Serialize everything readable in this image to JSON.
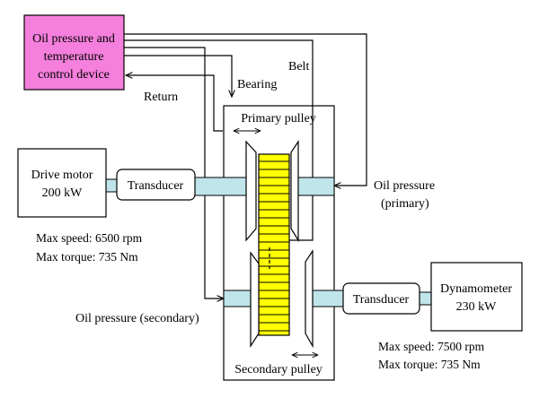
{
  "control_device": {
    "label_lines": [
      "Oil pressure and",
      "temperature",
      "control device"
    ],
    "fill": "#f47fdc"
  },
  "labels": {
    "belt": "Belt",
    "bearing": "Bearing",
    "return": "Return",
    "primary_pulley": "Primary pulley",
    "secondary_pulley": "Secondary pulley",
    "oil_pressure_primary_line1": "Oil pressure",
    "oil_pressure_primary_line2": "(primary)",
    "oil_pressure_secondary": "Oil pressure (secondary)"
  },
  "drive_motor": {
    "name": "Drive motor",
    "power": "200 kW",
    "max_speed": "Max speed: 6500 rpm",
    "max_torque": "Max torque: 735 Nm"
  },
  "dynamometer": {
    "name": "Dynamometer",
    "power": "230 kW",
    "max_speed": "Max speed: 7500 rpm",
    "max_torque": "Max torque: 735 Nm"
  },
  "transducer_left": "Transducer",
  "transducer_right": "Transducer",
  "colors": {
    "shaft": "#bfe5ea",
    "belt": "#ffff00",
    "control_device": "#f47fdc"
  }
}
